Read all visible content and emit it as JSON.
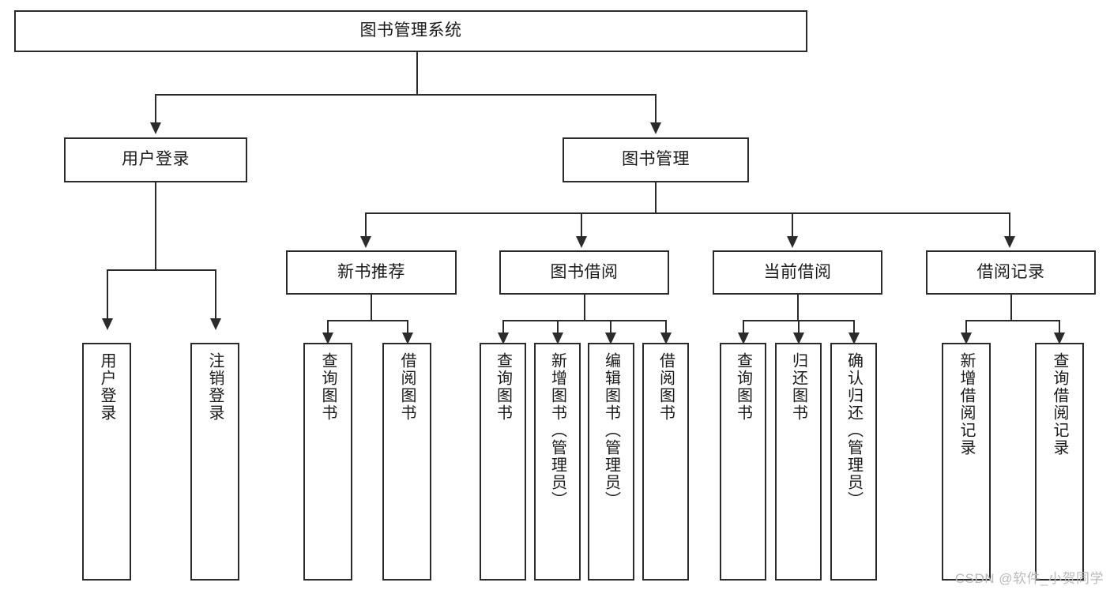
{
  "diagram": {
    "type": "tree-hierarchy",
    "title": "图书管理系统",
    "orientation": "top-down",
    "colors": {
      "stroke": "#2b2b2b",
      "fill": "#ffffff",
      "text": "#1a1a1a",
      "watermark": "#b9b9b9"
    },
    "root": {
      "label": "图书管理系统"
    },
    "level2": [
      {
        "id": "user-login",
        "label": "用户登录"
      },
      {
        "id": "book-manage",
        "label": "图书管理"
      }
    ],
    "level3": [
      {
        "id": "new-book-recommend",
        "label": "新书推荐",
        "parent": "book-manage"
      },
      {
        "id": "book-borrow",
        "label": "图书借阅",
        "parent": "book-manage"
      },
      {
        "id": "current-borrow",
        "label": "当前借阅",
        "parent": "book-manage"
      },
      {
        "id": "borrow-record",
        "label": "借阅记录",
        "parent": "book-manage"
      }
    ],
    "leaves": {
      "user_login": [
        {
          "id": "leaf-user-login",
          "label": "用户登录"
        },
        {
          "id": "leaf-logout",
          "label": "注销登录"
        }
      ],
      "new_book_recommend": [
        {
          "id": "leaf-query-book-1",
          "label": "查询图书"
        },
        {
          "id": "leaf-borrow-book-1",
          "label": "借阅图书"
        }
      ],
      "book_borrow": [
        {
          "id": "leaf-query-book-2",
          "label": "查询图书"
        },
        {
          "id": "leaf-add-book",
          "label": "新增图书（管理员）"
        },
        {
          "id": "leaf-edit-book",
          "label": "编辑图书（管理员）"
        },
        {
          "id": "leaf-borrow-book-2",
          "label": "借阅图书"
        }
      ],
      "current_borrow": [
        {
          "id": "leaf-query-book-3",
          "label": "查询图书"
        },
        {
          "id": "leaf-return-book",
          "label": "归还图书"
        },
        {
          "id": "leaf-confirm-return",
          "label": "确认归还（管理员）"
        }
      ],
      "borrow_record": [
        {
          "id": "leaf-add-record",
          "label": "新增借阅记录"
        },
        {
          "id": "leaf-query-record",
          "label": "查询借阅记录"
        }
      ]
    }
  },
  "watermark": {
    "text": "CSDN @软件_小贺同学"
  }
}
